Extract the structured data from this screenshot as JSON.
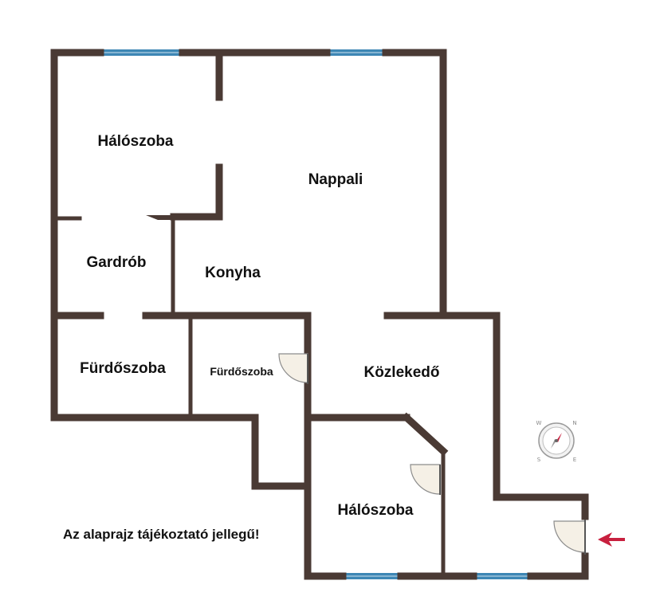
{
  "rooms": {
    "bedroom_top": "Hálószoba",
    "living_room": "Nappali",
    "wardrobe": "Gardrób",
    "kitchen": "Konyha",
    "bathroom_left": "Fürdőszoba",
    "bathroom_small": "Fürdőszoba",
    "hallway": "Közlekedő",
    "bedroom_bottom": "Hálószoba"
  },
  "disclaimer": "Az alaprajz tájékoztató jellegű!",
  "compass": {
    "letters": [
      "W",
      "N",
      "S",
      "E"
    ]
  },
  "colors": {
    "wall": "#4a3a34",
    "window": "#3e87b5",
    "door_fill": "#f5f0e6",
    "entrance_arrow": "#c8203f"
  },
  "icons": {
    "entrance": "entrance-arrow-icon",
    "compass": "compass-icon"
  }
}
